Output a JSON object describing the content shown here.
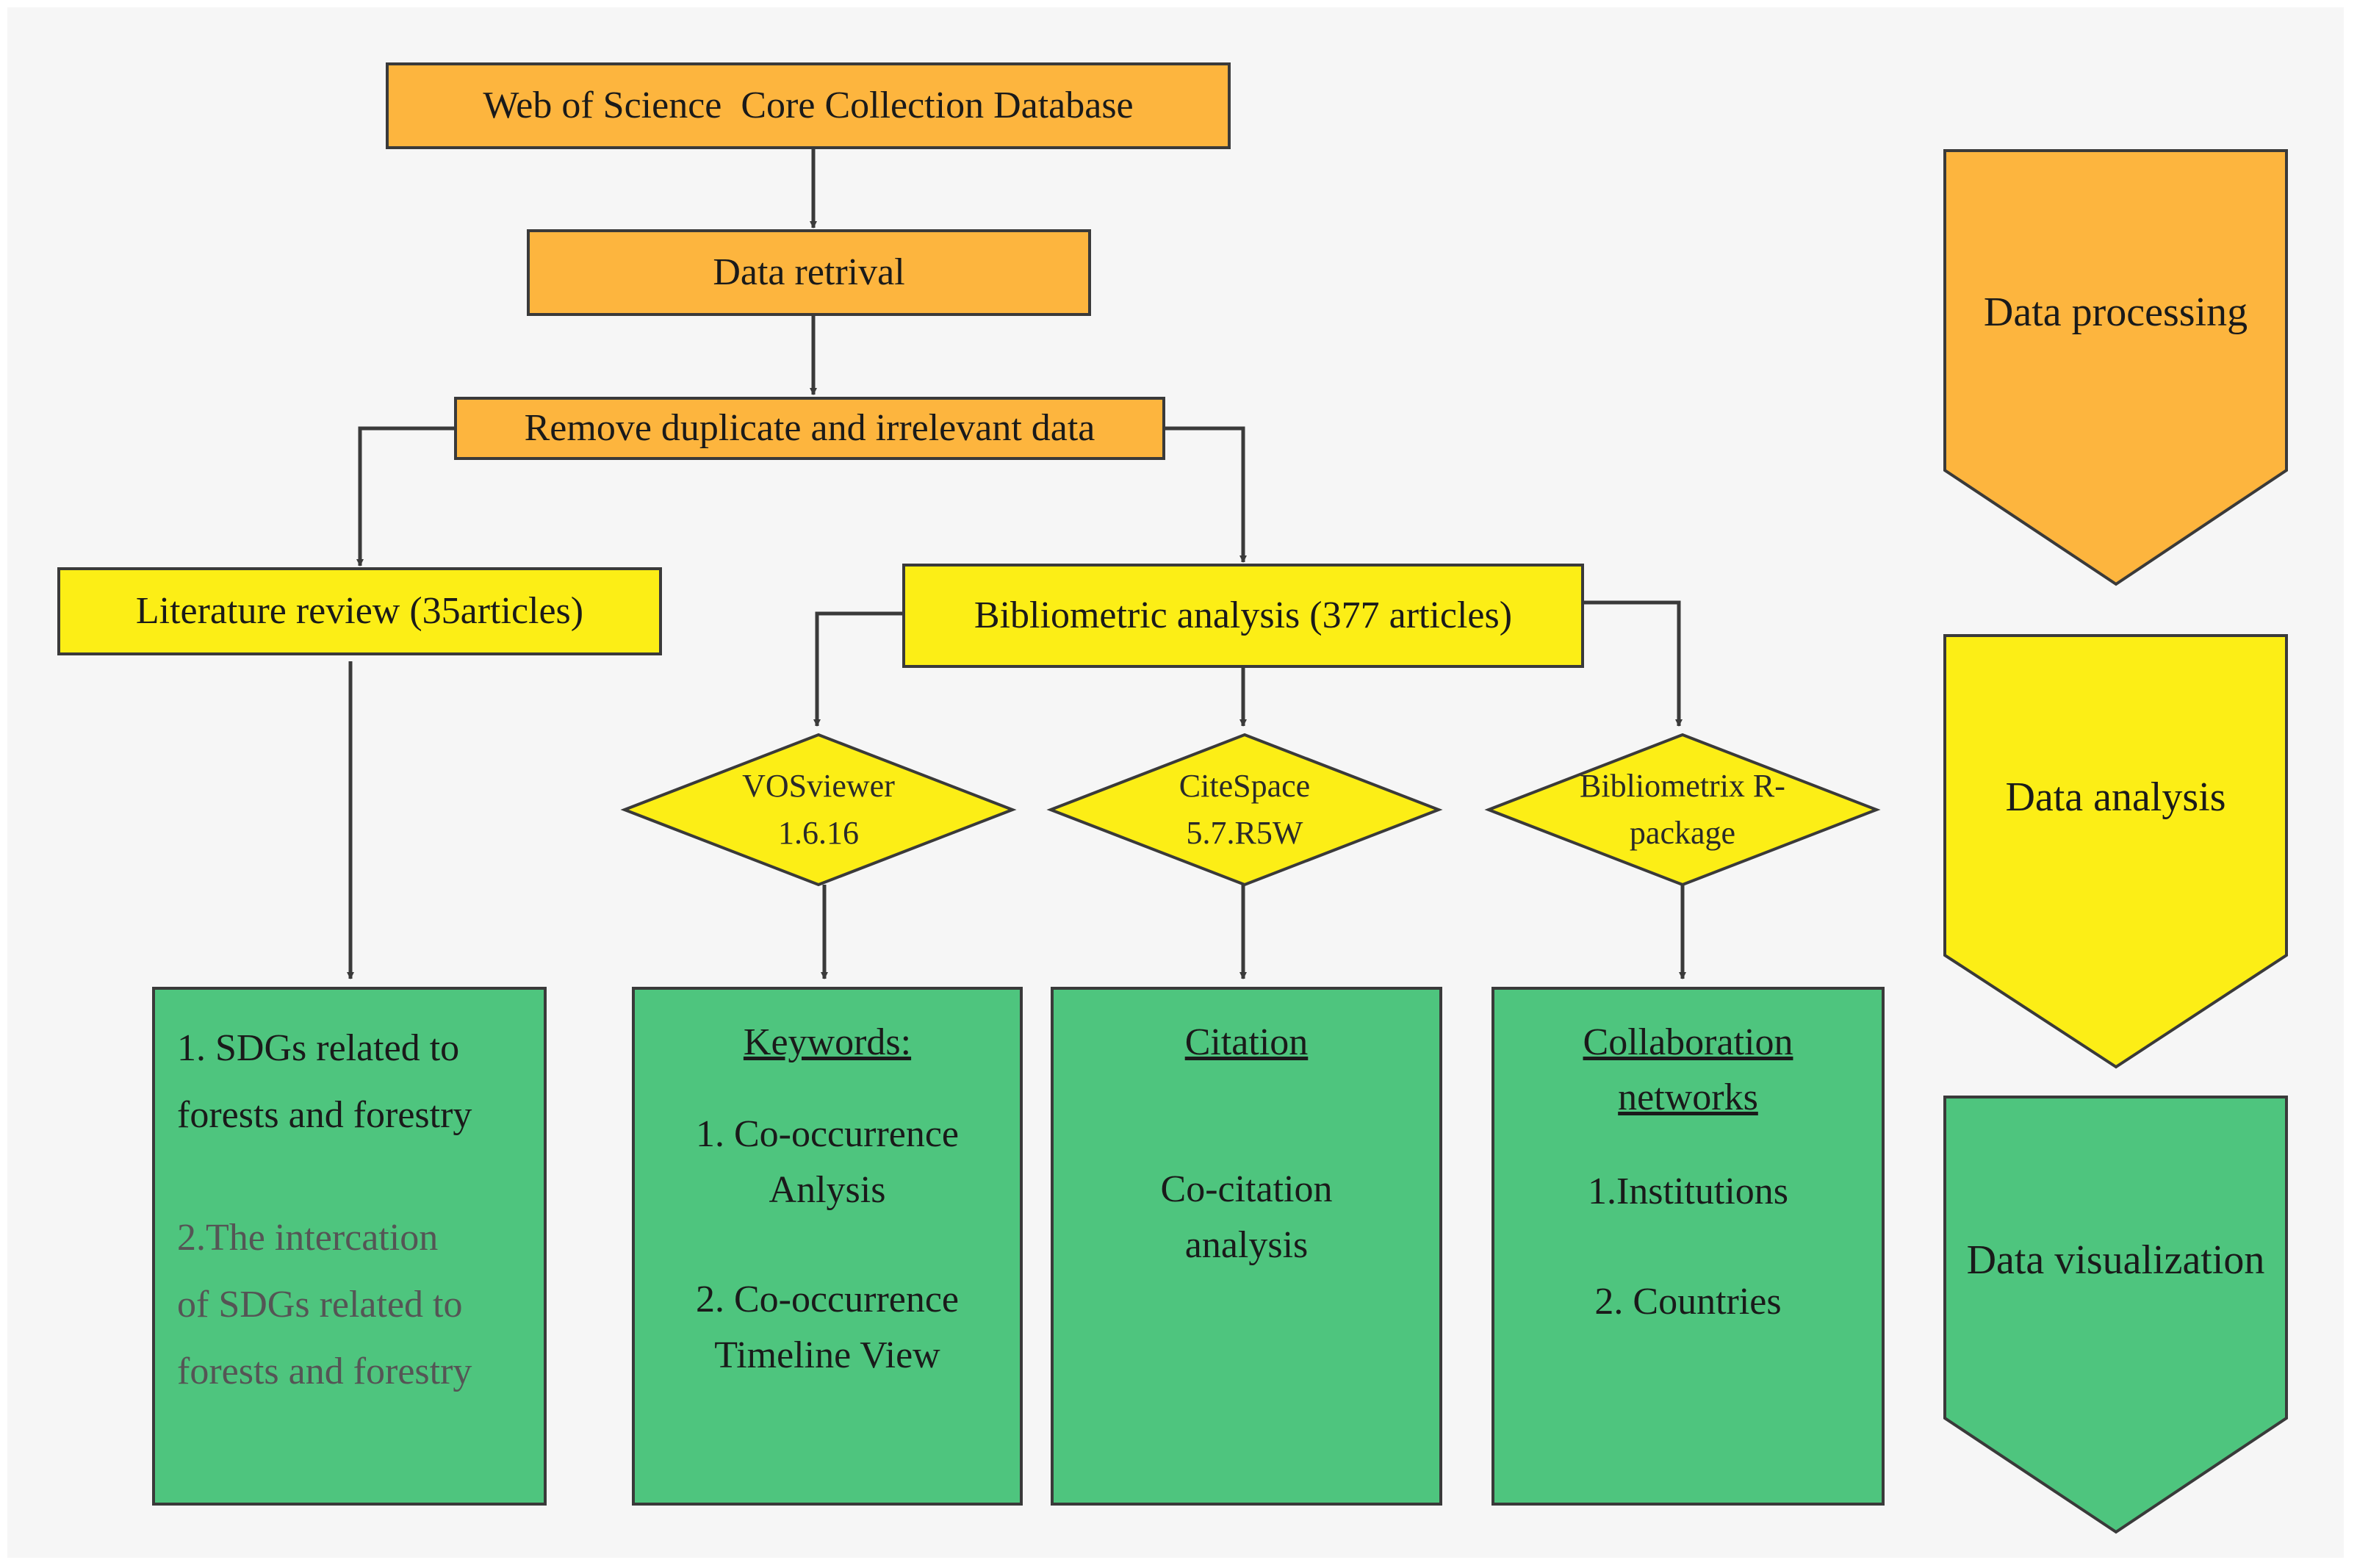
{
  "flow": {
    "source": "Web of Science  Core Collection Database",
    "retrieval": "Data retrival",
    "clean": "Remove duplicate and irrelevant data",
    "literature_review": "Literature review (35articles)",
    "bibliometric": "Bibliometric analysis (377 articles)"
  },
  "tools": {
    "vosviewer": [
      "VOSviewer",
      "1.6.16"
    ],
    "citespace": [
      "CiteSpace",
      "5.7.R5W"
    ],
    "bibliometrix": [
      "Bibliometrix R-",
      "package"
    ]
  },
  "results": {
    "sdgs": {
      "item1_line1": "1. SDGs related to",
      "item1_line2": "forests and forestry",
      "item2_line1": "2.The intercation",
      "item2_line2": "of SDGs related to",
      "item2_line3": "forests and forestry"
    },
    "keywords": {
      "title": "Keywords:",
      "item1_line1": "1. Co-occurrence",
      "item1_line2": "Anlysis",
      "item2_line1": "2. Co-occurrence",
      "item2_line2": "Timeline View"
    },
    "citation": {
      "title": "Citation",
      "item1_line1": "Co-citation",
      "item1_line2": "analysis"
    },
    "collaboration": {
      "title_line1": "Collaboration",
      "title_line2": "networks",
      "item1": "1.Institutions",
      "item2": "2. Countries"
    }
  },
  "stages": {
    "processing": "Data processing",
    "analysis": "Data analysis",
    "visualization": "Data visualization"
  },
  "colors": {
    "processing": "#fdb53e",
    "analysis": "#fcee16",
    "visualization": "#4ec57e",
    "border": "#3a3a3a"
  }
}
